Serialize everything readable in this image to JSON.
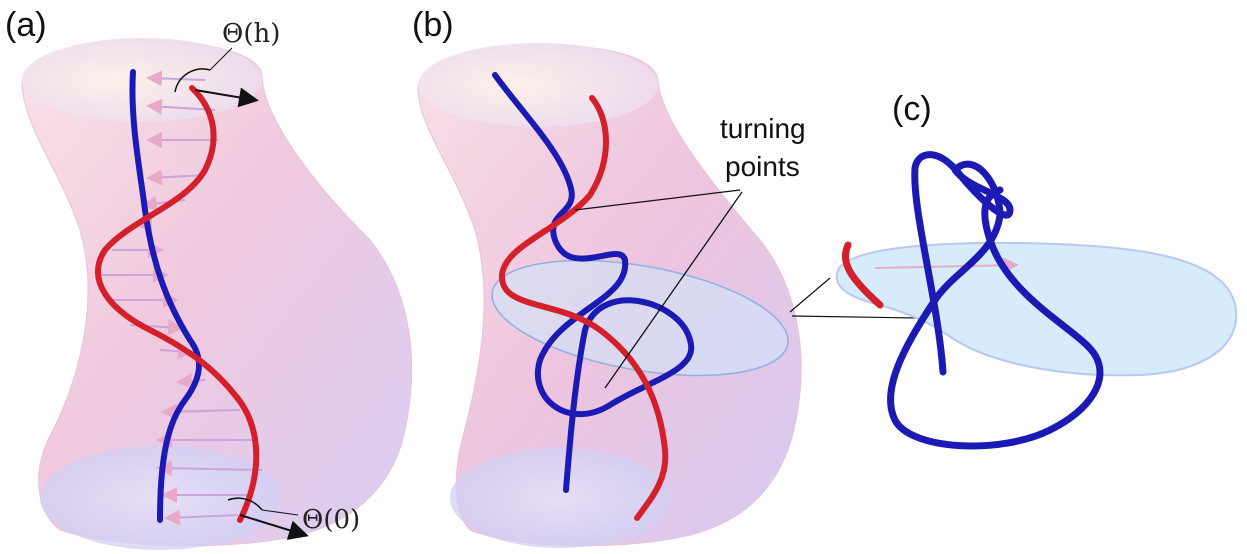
{
  "labels": {
    "panel_a": "(a)",
    "panel_b": "(b)",
    "panel_c": "(c)",
    "theta_h": "Θ(h)",
    "theta_0": "Θ(0)",
    "turning_line1": "turning",
    "turning_line2": "points"
  },
  "colors": {
    "surface_pink": "#f2c6dc",
    "surface_lavender": "#d9d2f2",
    "curve_blue": "#1c1ab4",
    "curve_red": "#d4202a",
    "disc_blue": "#d6ecfb",
    "arrow_pink": "#e8a9c8",
    "arrow_blue": "#a9b3ee"
  },
  "icons": [
    "surface-shape",
    "blue-curve",
    "red-curve",
    "vector-arrow",
    "cross-section-disc"
  ]
}
